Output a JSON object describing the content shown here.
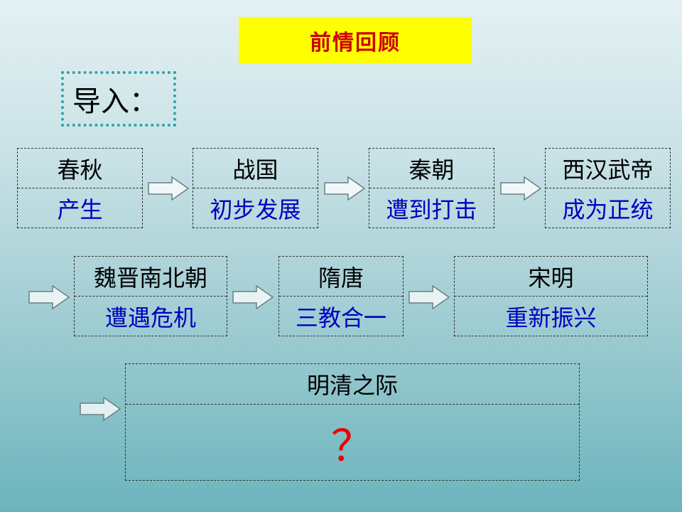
{
  "title": "前情回顾",
  "intro": "导入：",
  "periods": [
    {
      "name": "春秋",
      "status": "产生"
    },
    {
      "name": "战国",
      "status": "初步发展"
    },
    {
      "name": "秦朝",
      "status": "遭到打击"
    },
    {
      "name": "西汉武帝",
      "status": "成为正统"
    },
    {
      "name": "魏晋南北朝",
      "status": "遭遇危机"
    },
    {
      "name": "隋唐",
      "status": "三教合一"
    },
    {
      "name": "宋明",
      "status": "重新振兴"
    },
    {
      "name": "明清之际",
      "status": "？"
    }
  ],
  "colors": {
    "title_bg": "#ffff00",
    "title_text": "#cc0000",
    "status_text": "#0000c0",
    "question_mark": "#ee0000",
    "intro_border": "#2aa5a8"
  },
  "icons": {
    "connector": "right-arrow-icon"
  }
}
